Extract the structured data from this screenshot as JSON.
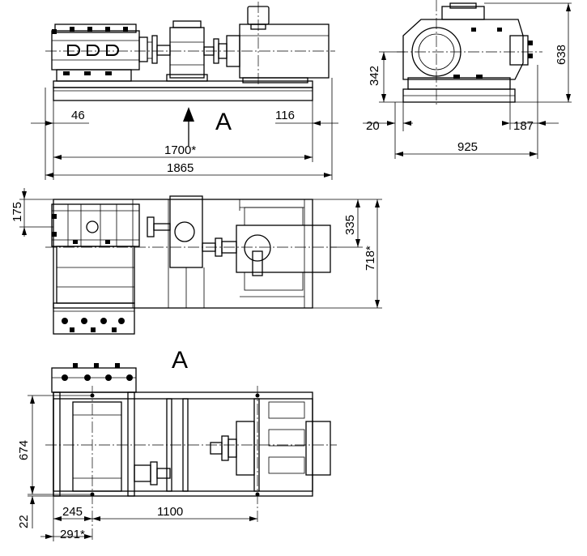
{
  "view_label": "A",
  "dimensions": {
    "front_offset_left": "46",
    "front_offset_right": "116",
    "front_mount_span": "1700*",
    "front_overall_length": "1865",
    "side_base_offset": "20",
    "side_overhang": "187",
    "side_width": "925",
    "side_axis_height": "342",
    "side_total_height": "638",
    "plan_top_offset": "175",
    "plan_motor_offset": "335",
    "plan_width": "718*",
    "bottom_frame_width": "674",
    "bottom_edge_offset": "22",
    "bottom_hole_offset": "245",
    "bottom_hole_span": "1100",
    "bottom_left_offset": "291*"
  },
  "colors": {
    "line": "#000000",
    "background": "#ffffff"
  }
}
